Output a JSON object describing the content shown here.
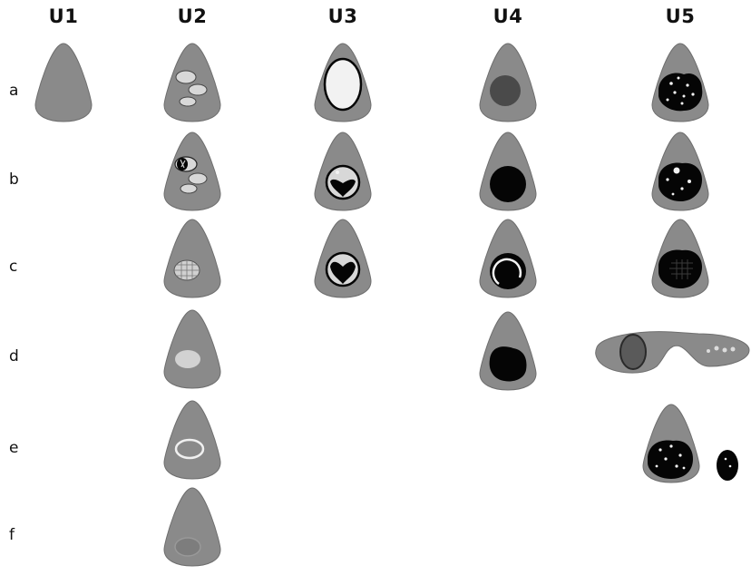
{
  "columns": [
    {
      "id": "U1",
      "label": "U1"
    },
    {
      "id": "U2",
      "label": "U2"
    },
    {
      "id": "U3",
      "label": "U3"
    },
    {
      "id": "U4",
      "label": "U4"
    },
    {
      "id": "U5",
      "label": "U5"
    }
  ],
  "rows": [
    {
      "id": "a",
      "label": "a"
    },
    {
      "id": "b",
      "label": "b"
    },
    {
      "id": "c",
      "label": "c"
    },
    {
      "id": "d",
      "label": "d"
    },
    {
      "id": "e",
      "label": "e"
    },
    {
      "id": "f",
      "label": "f"
    }
  ],
  "colors": {
    "body": "#8a8a8a",
    "body_outline": "#5a5a5a",
    "light": "#d8d8d8",
    "white": "#f2f2f2",
    "dark": "#4a4a4a",
    "black": "#050505"
  }
}
